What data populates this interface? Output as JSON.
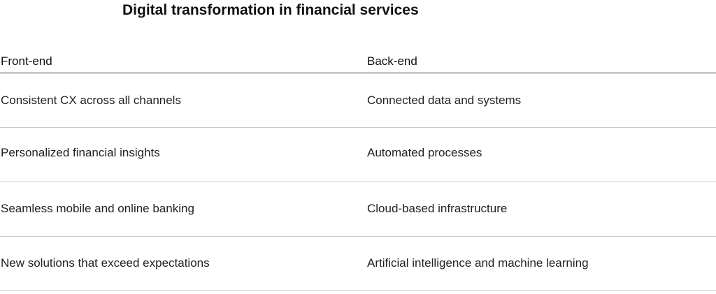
{
  "title": "Digital transformation in financial services",
  "table": {
    "headers": [
      "Front-end",
      "Back-end"
    ],
    "rows": [
      [
        "Consistent CX across all channels",
        "Connected data and systems"
      ],
      [
        "Personalized financial insights",
        "Automated processes"
      ],
      [
        "Seamless mobile and online banking",
        "Cloud-based infrastructure"
      ],
      [
        "New solutions that exceed expectations",
        "Artificial intelligence and machine learning"
      ]
    ]
  },
  "colors": {
    "text": "#222222",
    "header_rule": "#333333",
    "row_rule": "#c8c8c8",
    "background": "#ffffff"
  }
}
